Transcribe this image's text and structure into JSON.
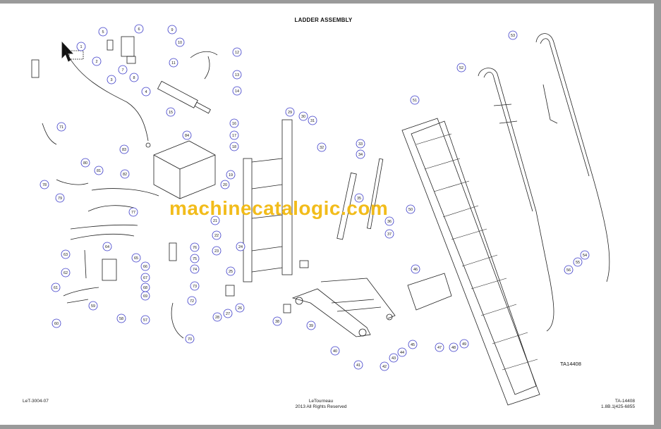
{
  "page": {
    "title": "LADDER ASSEMBLY",
    "watermark": "machinecatalogic.com",
    "drawing_code": "TA14408"
  },
  "footer": {
    "left": "LeT-3004-07",
    "center_line1": "LeTourneau",
    "center_line2": "2013 All Rights Reserved",
    "right_line1": "TA-14408",
    "right_line2": "1.8B.1|425-6855"
  },
  "callouts": [
    "1",
    "2",
    "3",
    "4",
    "5",
    "6",
    "7",
    "8",
    "9",
    "10",
    "11",
    "12",
    "13",
    "14",
    "15",
    "16",
    "17",
    "18",
    "19",
    "20",
    "21",
    "22",
    "23",
    "24",
    "25",
    "26",
    "27",
    "28",
    "29",
    "30",
    "31",
    "32",
    "33",
    "34",
    "35",
    "36",
    "37",
    "38",
    "39",
    "40",
    "41",
    "42",
    "43",
    "44",
    "45",
    "46",
    "47",
    "48",
    "49",
    "50",
    "51",
    "52",
    "53",
    "54",
    "55",
    "56",
    "57",
    "58",
    "59",
    "60",
    "61",
    "62",
    "63",
    "64",
    "65",
    "66",
    "67",
    "68",
    "69",
    "70",
    "71",
    "72",
    "73",
    "74",
    "75",
    "76",
    "77",
    "78",
    "79",
    "80",
    "81",
    "82",
    "83",
    "84"
  ]
}
